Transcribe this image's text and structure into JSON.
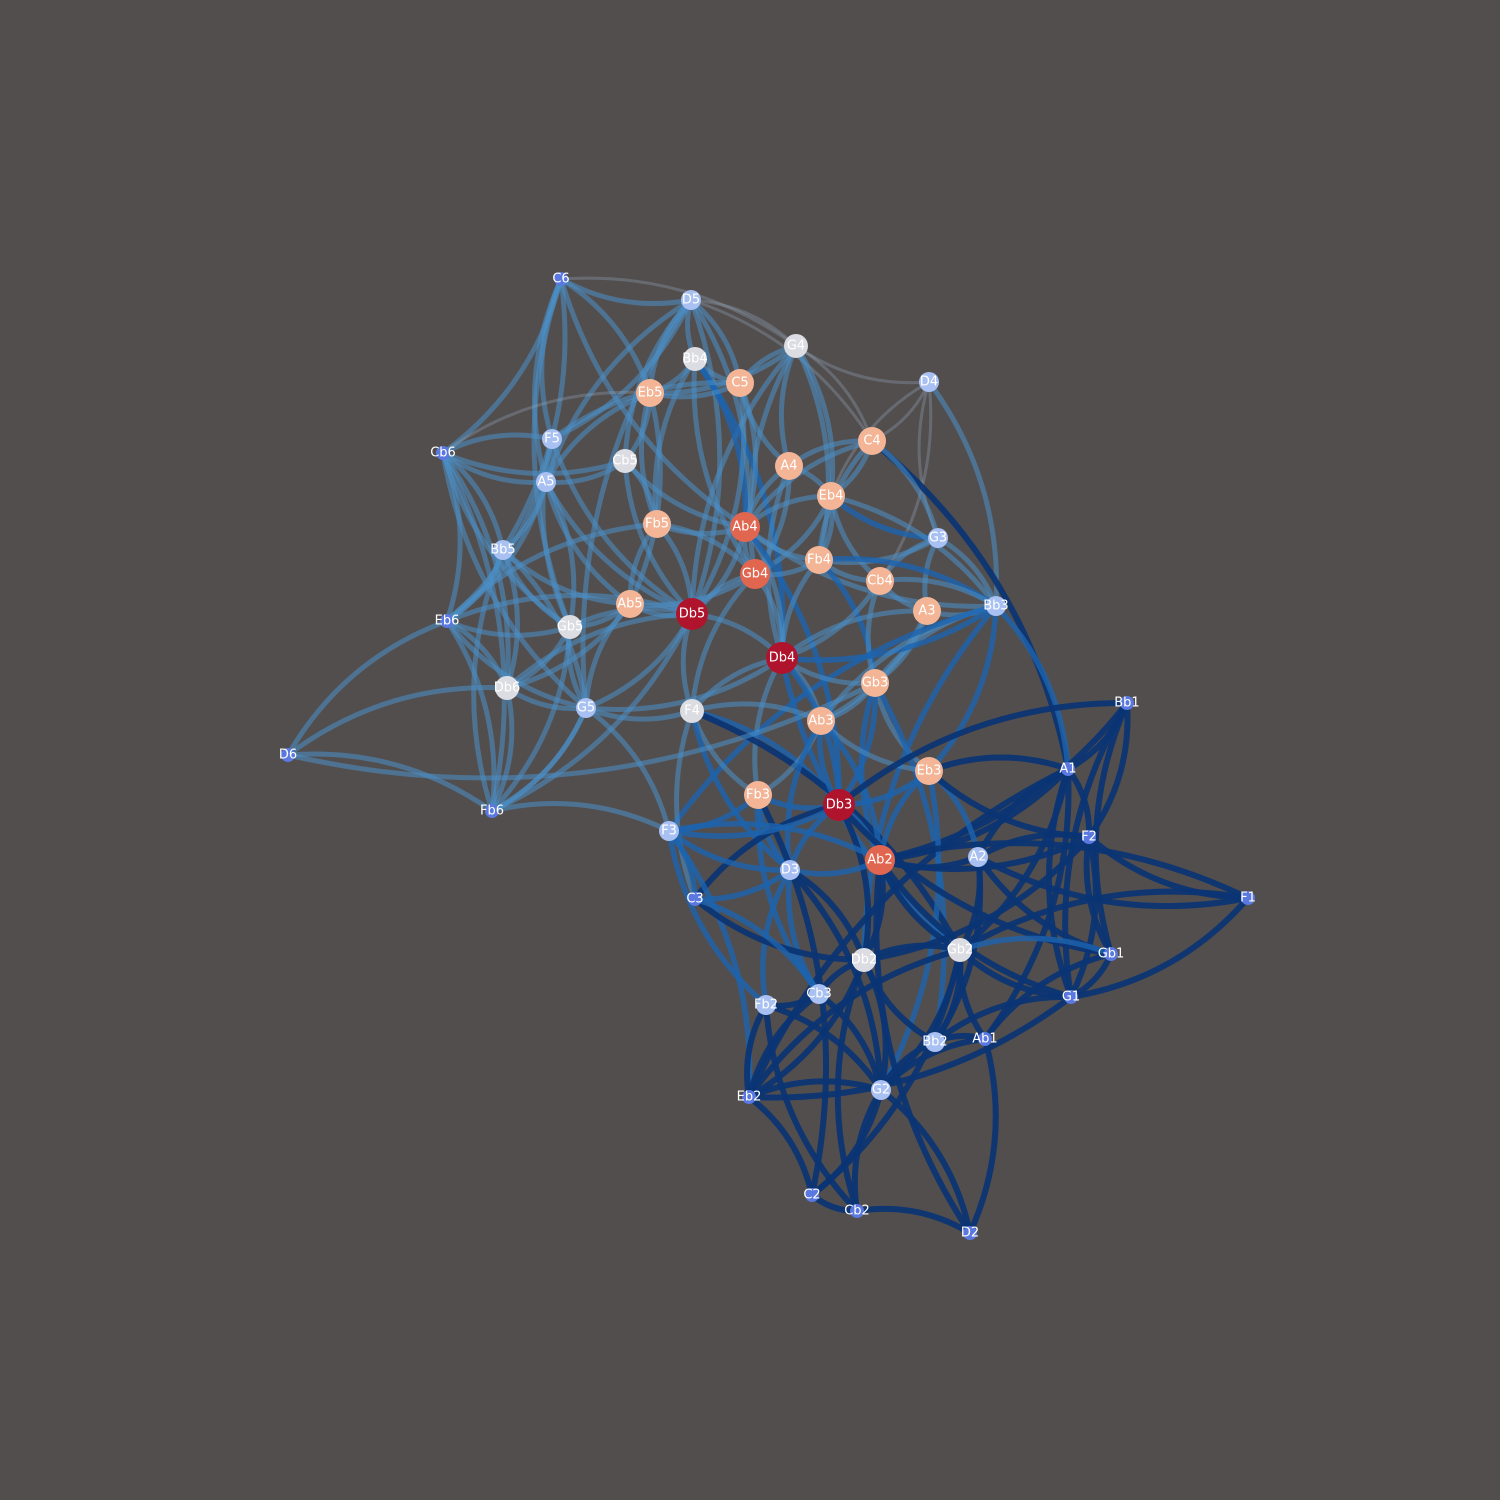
{
  "chart_data": {
    "type": "network",
    "background": "#524e4e",
    "nodes": [
      {
        "id": "C6",
        "role": "outer"
      },
      {
        "id": "D5",
        "role": "cool"
      },
      {
        "id": "G4",
        "role": "pale"
      },
      {
        "id": "Bb4",
        "role": "pale"
      },
      {
        "id": "C5",
        "role": "warm"
      },
      {
        "id": "Eb5",
        "role": "warm"
      },
      {
        "id": "D4",
        "role": "cool"
      },
      {
        "id": "F5",
        "role": "cool"
      },
      {
        "id": "C4",
        "role": "warm"
      },
      {
        "id": "Cb6",
        "role": "outer"
      },
      {
        "id": "Cb5",
        "role": "pale"
      },
      {
        "id": "A4",
        "role": "warm"
      },
      {
        "id": "A5",
        "role": "cool"
      },
      {
        "id": "Eb4",
        "role": "warm"
      },
      {
        "id": "G3",
        "role": "cool"
      },
      {
        "id": "Fb5",
        "role": "warm"
      },
      {
        "id": "Ab4",
        "role": "hot"
      },
      {
        "id": "Bb5",
        "role": "cool"
      },
      {
        "id": "Fb4",
        "role": "warm"
      },
      {
        "id": "Gb4",
        "role": "hot"
      },
      {
        "id": "Cb4",
        "role": "warm"
      },
      {
        "id": "Eb6",
        "role": "outer"
      },
      {
        "id": "Ab5",
        "role": "warm"
      },
      {
        "id": "Db5",
        "role": "hottest"
      },
      {
        "id": "A3",
        "role": "warm"
      },
      {
        "id": "Bb3",
        "role": "cool"
      },
      {
        "id": "Gb5",
        "role": "pale"
      },
      {
        "id": "Db4",
        "role": "hottest"
      },
      {
        "id": "Gb3",
        "role": "warm"
      },
      {
        "id": "Db6",
        "role": "pale"
      },
      {
        "id": "G5",
        "role": "cool"
      },
      {
        "id": "F4",
        "role": "pale"
      },
      {
        "id": "Ab3",
        "role": "warm"
      },
      {
        "id": "Bb1",
        "role": "outer"
      },
      {
        "id": "D6",
        "role": "outer"
      },
      {
        "id": "A1",
        "role": "outer"
      },
      {
        "id": "Eb3",
        "role": "warm"
      },
      {
        "id": "Fb3",
        "role": "warm"
      },
      {
        "id": "Db3",
        "role": "hottest"
      },
      {
        "id": "Fb6",
        "role": "outer"
      },
      {
        "id": "F3",
        "role": "cool"
      },
      {
        "id": "F2",
        "role": "outer"
      },
      {
        "id": "Ab2",
        "role": "hot"
      },
      {
        "id": "A2",
        "role": "cool"
      },
      {
        "id": "D3",
        "role": "cool"
      },
      {
        "id": "C3",
        "role": "outer"
      },
      {
        "id": "F1",
        "role": "outer"
      },
      {
        "id": "Gb2",
        "role": "pale"
      },
      {
        "id": "Db2",
        "role": "pale"
      },
      {
        "id": "Gb1",
        "role": "outer"
      },
      {
        "id": "Cb3",
        "role": "cool"
      },
      {
        "id": "G1",
        "role": "outer"
      },
      {
        "id": "Fb2",
        "role": "cool"
      },
      {
        "id": "Bb2",
        "role": "cool"
      },
      {
        "id": "Ab1",
        "role": "outer"
      },
      {
        "id": "G2",
        "role": "cool"
      },
      {
        "id": "Eb2",
        "role": "outer"
      },
      {
        "id": "C2",
        "role": "outer"
      },
      {
        "id": "Cb2",
        "role": "outer"
      },
      {
        "id": "D2",
        "role": "outer"
      }
    ],
    "edges": [
      [
        "C6",
        "D5",
        1
      ],
      [
        "C6",
        "Cb6",
        1
      ],
      [
        "C6",
        "A5",
        1
      ],
      [
        "C6",
        "Eb5",
        1
      ],
      [
        "C6",
        "Ab4",
        1
      ],
      [
        "C6",
        "Bb5",
        1
      ],
      [
        "C6",
        "Gb5",
        1
      ],
      [
        "C6",
        "G4",
        0
      ],
      [
        "C6",
        "F5",
        1
      ],
      [
        "D5",
        "G4",
        0
      ],
      [
        "D5",
        "Bb4",
        1
      ],
      [
        "D5",
        "C5",
        1
      ],
      [
        "D5",
        "Eb5",
        1
      ],
      [
        "D5",
        "F5",
        1
      ],
      [
        "D5",
        "G5",
        1
      ],
      [
        "D5",
        "Ab4",
        1
      ],
      [
        "D5",
        "A5",
        1
      ],
      [
        "D5",
        "Db5",
        1
      ],
      [
        "D5",
        "Cb5",
        1
      ],
      [
        "D5",
        "C4",
        0
      ],
      [
        "G4",
        "C5",
        1
      ],
      [
        "G4",
        "Eb5",
        1
      ],
      [
        "G4",
        "D4",
        0
      ],
      [
        "G4",
        "C4",
        0
      ],
      [
        "G4",
        "A4",
        1
      ],
      [
        "G4",
        "Eb4",
        1
      ],
      [
        "G4",
        "Db5",
        1
      ],
      [
        "G4",
        "Fb4",
        1
      ],
      [
        "G4",
        "Gb4",
        1
      ],
      [
        "Bb4",
        "Eb5",
        1
      ],
      [
        "Bb4",
        "C5",
        1
      ],
      [
        "Bb4",
        "Ab4",
        2
      ],
      [
        "Bb4",
        "Fb5",
        1
      ],
      [
        "Bb4",
        "Db4",
        2
      ],
      [
        "Bb4",
        "Gb4",
        1
      ],
      [
        "C5",
        "Eb5",
        1
      ],
      [
        "C5",
        "A4",
        1
      ],
      [
        "C5",
        "Ab4",
        1
      ],
      [
        "C5",
        "F5",
        1
      ],
      [
        "C5",
        "Db5",
        1
      ],
      [
        "Eb5",
        "Cb6",
        0
      ],
      [
        "Eb5",
        "Cb5",
        1
      ],
      [
        "Eb5",
        "Fb5",
        1
      ],
      [
        "Eb5",
        "Ab5",
        1
      ],
      [
        "Eb5",
        "A5",
        1
      ],
      [
        "D4",
        "C4",
        0
      ],
      [
        "D4",
        "G3",
        0
      ],
      [
        "D4",
        "Bb3",
        1
      ],
      [
        "D4",
        "Eb4",
        0
      ],
      [
        "D4",
        "Cb4",
        0
      ],
      [
        "F5",
        "Cb6",
        1
      ],
      [
        "F5",
        "A5",
        1
      ],
      [
        "F5",
        "Db5",
        1
      ],
      [
        "F5",
        "Eb6",
        1
      ],
      [
        "F5",
        "Gb5",
        1
      ],
      [
        "C4",
        "Eb4",
        1
      ],
      [
        "C4",
        "A4",
        1
      ],
      [
        "C4",
        "A1",
        3
      ],
      [
        "C4",
        "Fb4",
        1
      ],
      [
        "C4",
        "G3",
        1
      ],
      [
        "C4",
        "Ab4",
        1
      ],
      [
        "Cb6",
        "Eb6",
        1
      ],
      [
        "Cb6",
        "A5",
        1
      ],
      [
        "Cb6",
        "Bb5",
        1
      ],
      [
        "Cb6",
        "Gb5",
        1
      ],
      [
        "Cb6",
        "Db6",
        1
      ],
      [
        "Cb6",
        "G5",
        1
      ],
      [
        "Cb6",
        "Fb6",
        1
      ],
      [
        "Cb6",
        "Cb5",
        1
      ],
      [
        "Cb5",
        "Fb5",
        1
      ],
      [
        "Cb5",
        "Ab4",
        1
      ],
      [
        "Cb5",
        "A5",
        1
      ],
      [
        "Cb5",
        "Db5",
        1
      ],
      [
        "A4",
        "Eb4",
        1
      ],
      [
        "A4",
        "Ab4",
        1
      ],
      [
        "A4",
        "Gb4",
        1
      ],
      [
        "A4",
        "Db4",
        1
      ],
      [
        "A5",
        "Bb5",
        1
      ],
      [
        "A5",
        "Ab5",
        1
      ],
      [
        "A5",
        "Gb5",
        1
      ],
      [
        "A5",
        "Db5",
        1
      ],
      [
        "A5",
        "Eb6",
        1
      ],
      [
        "Eb4",
        "G3",
        2
      ],
      [
        "Eb4",
        "Fb4",
        1
      ],
      [
        "Eb4",
        "Ab4",
        1
      ],
      [
        "Eb4",
        "Bb3",
        1
      ],
      [
        "Eb4",
        "Cb4",
        1
      ],
      [
        "Eb4",
        "Gb4",
        1
      ],
      [
        "G3",
        "Cb4",
        1
      ],
      [
        "G3",
        "Bb3",
        1
      ],
      [
        "G3",
        "A3",
        1
      ],
      [
        "G3",
        "Fb4",
        1
      ],
      [
        "Fb5",
        "Ab5",
        1
      ],
      [
        "Fb5",
        "Db5",
        1
      ],
      [
        "Fb5",
        "Ab4",
        1
      ],
      [
        "Fb5",
        "Gb4",
        1
      ],
      [
        "Fb5",
        "Eb6",
        1
      ],
      [
        "Ab4",
        "Db5",
        1
      ],
      [
        "Ab4",
        "Gb4",
        1
      ],
      [
        "Ab4",
        "Db4",
        1
      ],
      [
        "Ab4",
        "Fb4",
        1
      ],
      [
        "Ab4",
        "Db3",
        2
      ],
      [
        "Ab4",
        "Bb3",
        1
      ],
      [
        "Bb5",
        "Eb6",
        1
      ],
      [
        "Bb5",
        "Gb5",
        1
      ],
      [
        "Bb5",
        "Db6",
        1
      ],
      [
        "Bb5",
        "Ab5",
        1
      ],
      [
        "Bb5",
        "G5",
        1
      ],
      [
        "Bb5",
        "Fb6",
        1
      ],
      [
        "Fb4",
        "Gb4",
        1
      ],
      [
        "Fb4",
        "Cb4",
        1
      ],
      [
        "Fb4",
        "Bb3",
        2
      ],
      [
        "Fb4",
        "Db4",
        1
      ],
      [
        "Fb4",
        "Gb3",
        2
      ],
      [
        "Gb4",
        "Db5",
        1
      ],
      [
        "Gb4",
        "Db4",
        1
      ],
      [
        "Gb4",
        "F4",
        1
      ],
      [
        "Gb4",
        "Ab5",
        1
      ],
      [
        "Cb4",
        "A3",
        1
      ],
      [
        "Cb4",
        "Bb3",
        1
      ],
      [
        "Cb4",
        "Gb3",
        1
      ],
      [
        "Cb4",
        "Db4",
        1
      ],
      [
        "Eb6",
        "Gb5",
        1
      ],
      [
        "Eb6",
        "Db6",
        1
      ],
      [
        "Eb6",
        "D6",
        1
      ],
      [
        "Eb6",
        "Fb6",
        1
      ],
      [
        "Eb6",
        "G5",
        1
      ],
      [
        "Eb6",
        "Db5",
        1
      ],
      [
        "Ab5",
        "Db5",
        1
      ],
      [
        "Ab5",
        "Gb5",
        1
      ],
      [
        "Ab5",
        "G5",
        1
      ],
      [
        "Ab5",
        "Db6",
        1
      ],
      [
        "Db5",
        "Gb5",
        1
      ],
      [
        "Db5",
        "Db4",
        1
      ],
      [
        "Db5",
        "F4",
        1
      ],
      [
        "Db5",
        "G5",
        1
      ],
      [
        "Db5",
        "Db6",
        1
      ],
      [
        "Db5",
        "Fb6",
        1
      ],
      [
        "A3",
        "Bb3",
        1
      ],
      [
        "A3",
        "Gb3",
        1
      ],
      [
        "A3",
        "Db4",
        1
      ],
      [
        "A3",
        "Ab3",
        1
      ],
      [
        "Bb3",
        "Gb3",
        1
      ],
      [
        "Bb3",
        "Db4",
        2
      ],
      [
        "Bb3",
        "Ab3",
        1
      ],
      [
        "Bb3",
        "Eb3",
        2
      ],
      [
        "Bb3",
        "F3",
        2
      ],
      [
        "Bb3",
        "A1",
        2
      ],
      [
        "Bb3",
        "Db2",
        2
      ],
      [
        "Gb5",
        "Db6",
        1
      ],
      [
        "Gb5",
        "G5",
        1
      ],
      [
        "Gb5",
        "Fb6",
        1
      ],
      [
        "Db4",
        "Gb3",
        1
      ],
      [
        "Db4",
        "Ab3",
        1
      ],
      [
        "Db4",
        "F4",
        1
      ],
      [
        "Db4",
        "Db3",
        2
      ],
      [
        "Db4",
        "Fb3",
        1
      ],
      [
        "Db4",
        "G5",
        1
      ],
      [
        "Db4",
        "Gb2",
        2
      ],
      [
        "Gb3",
        "Ab3",
        1
      ],
      [
        "Gb3",
        "Eb3",
        1
      ],
      [
        "Gb3",
        "Db3",
        2
      ],
      [
        "Gb3",
        "Ab2",
        2
      ],
      [
        "Gb3",
        "Bb2",
        2
      ],
      [
        "Db6",
        "G5",
        1
      ],
      [
        "Db6",
        "Fb6",
        1
      ],
      [
        "Db6",
        "D6",
        1
      ],
      [
        "G5",
        "Fb6",
        1
      ],
      [
        "G5",
        "F4",
        1
      ],
      [
        "G5",
        "F3",
        1
      ],
      [
        "F4",
        "Fb3",
        1
      ],
      [
        "F4",
        "Ab3",
        1
      ],
      [
        "F4",
        "C3",
        1
      ],
      [
        "F4",
        "Db3",
        2
      ],
      [
        "F4",
        "D3",
        2
      ],
      [
        "F4",
        "Gb2",
        3
      ],
      [
        "Ab3",
        "Db3",
        2
      ],
      [
        "Ab3",
        "Fb3",
        1
      ],
      [
        "Ab3",
        "Eb3",
        1
      ],
      [
        "Ab3",
        "Ab2",
        2
      ],
      [
        "Ab3",
        "D3",
        2
      ],
      [
        "Bb1",
        "A1",
        3
      ],
      [
        "Bb1",
        "Db3",
        3
      ],
      [
        "Bb1",
        "F2",
        3
      ],
      [
        "Bb1",
        "Gb1",
        3
      ],
      [
        "Bb1",
        "Ab2",
        3
      ],
      [
        "Bb1",
        "G1",
        3
      ],
      [
        "D6",
        "Fb6",
        1
      ],
      [
        "D6",
        "Gb3",
        1
      ],
      [
        "A1",
        "F2",
        3
      ],
      [
        "A1",
        "Eb3",
        3
      ],
      [
        "A1",
        "Ab2",
        3
      ],
      [
        "A1",
        "G1",
        3
      ],
      [
        "A1",
        "Ab1",
        3
      ],
      [
        "A1",
        "A2",
        3
      ],
      [
        "A1",
        "Gb2",
        3
      ],
      [
        "A1",
        "Eb2",
        3
      ],
      [
        "Eb3",
        "Db3",
        2
      ],
      [
        "Eb3",
        "Ab2",
        2
      ],
      [
        "Eb3",
        "A2",
        2
      ],
      [
        "Eb3",
        "F2",
        3
      ],
      [
        "Eb3",
        "G2",
        2
      ],
      [
        "Fb3",
        "Db3",
        2
      ],
      [
        "Fb3",
        "F3",
        2
      ],
      [
        "Fb3",
        "D3",
        2
      ],
      [
        "Fb3",
        "C2",
        3
      ],
      [
        "Fb3",
        "Cb3",
        2
      ],
      [
        "Db3",
        "Ab2",
        2
      ],
      [
        "Db3",
        "C3",
        3
      ],
      [
        "Db3",
        "F3",
        2
      ],
      [
        "Db3",
        "D3",
        2
      ],
      [
        "Db3",
        "Db2",
        3
      ],
      [
        "Db3",
        "Gb1",
        3
      ],
      [
        "Fb6",
        "F3",
        1
      ],
      [
        "Fb6",
        "G5",
        1
      ],
      [
        "F3",
        "C3",
        2
      ],
      [
        "F3",
        "D3",
        2
      ],
      [
        "F3",
        "Ab2",
        2
      ],
      [
        "F3",
        "Fb2",
        2
      ],
      [
        "F3",
        "Eb2",
        2
      ],
      [
        "F2",
        "F1",
        3
      ],
      [
        "F2",
        "Ab2",
        3
      ],
      [
        "F2",
        "Gb1",
        3
      ],
      [
        "F2",
        "G1",
        3
      ],
      [
        "F2",
        "A2",
        3
      ],
      [
        "F2",
        "Db2",
        3
      ],
      [
        "Ab2",
        "A2",
        3
      ],
      [
        "Ab2",
        "D3",
        2
      ],
      [
        "Ab2",
        "Gb2",
        3
      ],
      [
        "Ab2",
        "Db2",
        3
      ],
      [
        "Ab2",
        "G1",
        3
      ],
      [
        "Ab2",
        "F1",
        3
      ],
      [
        "Ab2",
        "D2",
        3
      ],
      [
        "A2",
        "Gb2",
        3
      ],
      [
        "A2",
        "Gb1",
        3
      ],
      [
        "A2",
        "Bb2",
        3
      ],
      [
        "A2",
        "F1",
        3
      ],
      [
        "D3",
        "C3",
        2
      ],
      [
        "D3",
        "Cb3",
        2
      ],
      [
        "D3",
        "Db2",
        3
      ],
      [
        "D3",
        "Fb2",
        2
      ],
      [
        "D3",
        "G2",
        3
      ],
      [
        "C3",
        "Db2",
        3
      ],
      [
        "C3",
        "Cb3",
        2
      ],
      [
        "F1",
        "Gb2",
        3
      ],
      [
        "F1",
        "G1",
        3
      ],
      [
        "Gb2",
        "Db2",
        3
      ],
      [
        "Gb2",
        "Gb1",
        2
      ],
      [
        "Gb2",
        "G1",
        3
      ],
      [
        "Gb2",
        "Bb2",
        3
      ],
      [
        "Gb2",
        "Ab1",
        3
      ],
      [
        "Gb2",
        "G2",
        3
      ],
      [
        "Gb2",
        "Eb2",
        3
      ],
      [
        "Gb2",
        "C2",
        3
      ],
      [
        "Db2",
        "Cb3",
        3
      ],
      [
        "Db2",
        "G2",
        3
      ],
      [
        "Db2",
        "Bb2",
        3
      ],
      [
        "Db2",
        "Eb2",
        3
      ],
      [
        "Db2",
        "Cb2",
        3
      ],
      [
        "Gb1",
        "G1",
        3
      ],
      [
        "Gb1",
        "Ab1",
        3
      ],
      [
        "Cb3",
        "Fb2",
        3
      ],
      [
        "Cb3",
        "Eb2",
        3
      ],
      [
        "Cb3",
        "G2",
        3
      ],
      [
        "G1",
        "Bb2",
        3
      ],
      [
        "G1",
        "Eb2",
        3
      ],
      [
        "Fb2",
        "Eb2",
        3
      ],
      [
        "Fb2",
        "G2",
        3
      ],
      [
        "Fb2",
        "Cb2",
        3
      ],
      [
        "Bb2",
        "Ab1",
        3
      ],
      [
        "Bb2",
        "G2",
        3
      ],
      [
        "Ab1",
        "D2",
        3
      ],
      [
        "Ab1",
        "G2",
        3
      ],
      [
        "G2",
        "C2",
        3
      ],
      [
        "G2",
        "Cb2",
        3
      ],
      [
        "G2",
        "D2",
        3
      ],
      [
        "G2",
        "Eb2",
        3
      ],
      [
        "Eb2",
        "C2",
        3
      ],
      [
        "C2",
        "Cb2",
        3
      ],
      [
        "Cb2",
        "D2",
        3
      ]
    ],
    "edge_colors": [
      "#8fa3b5",
      "#4a90c8",
      "#1c64b0",
      "#0a3474"
    ],
    "node_colors": {
      "outer": "#5a78e0",
      "cool": "#a8c0f2",
      "pale": "#dcdde2",
      "warm": "#f3b596",
      "hot": "#e06650",
      "hottest": "#b0132c"
    }
  }
}
